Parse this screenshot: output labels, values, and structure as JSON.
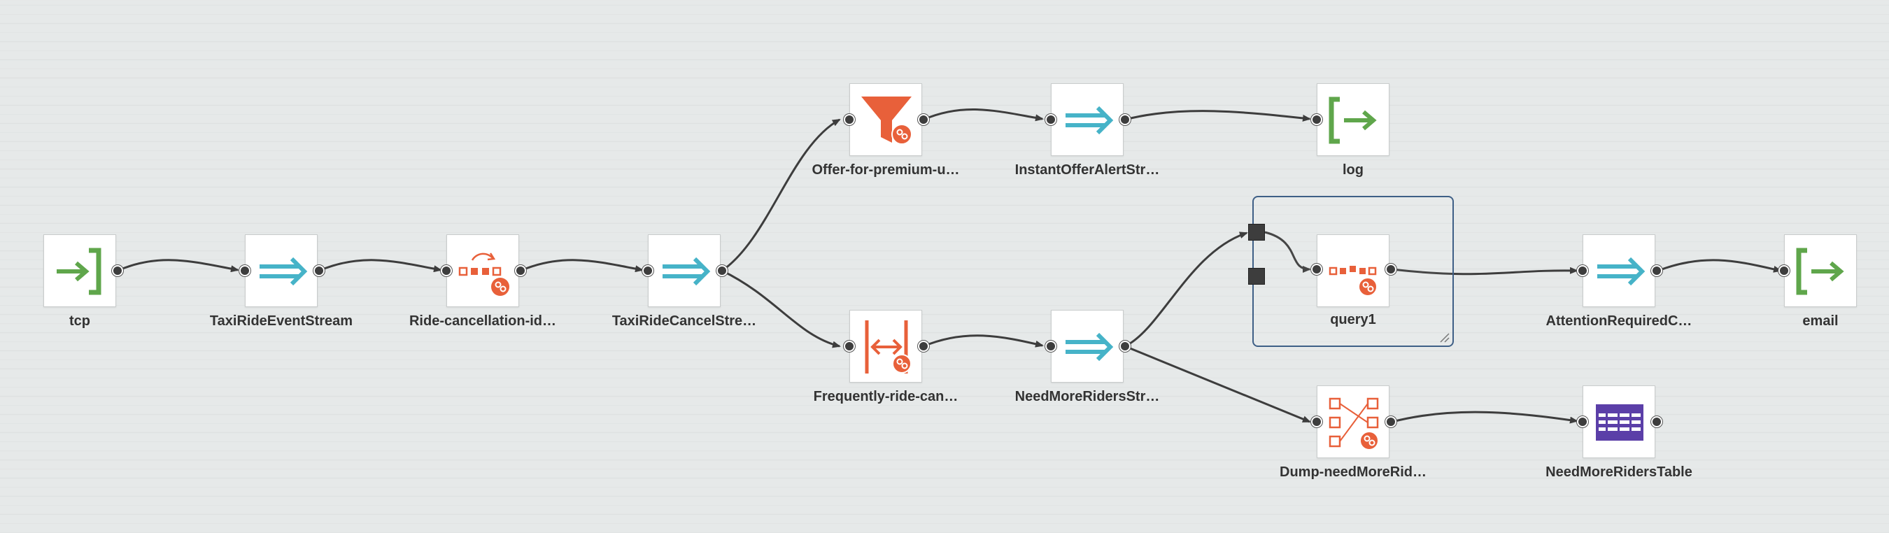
{
  "colors": {
    "source_green": "#5fa64b",
    "stream_teal": "#46b3c8",
    "query_orange": "#e8603a",
    "table_purple": "#5b3fa8",
    "partition_border": "#3e5f86",
    "edge": "#3d3d3d"
  },
  "nodes": [
    {
      "id": "tcp",
      "label": "tcp",
      "type": "source",
      "icon": "source-arrow-icon"
    },
    {
      "id": "taxi-ride-event-stream",
      "label": "TaxiRideEventStream",
      "type": "stream",
      "icon": "stream-arrows-icon"
    },
    {
      "id": "ride-cancellation",
      "label": "Ride-cancellation-id…",
      "type": "window-query",
      "icon": "window-query-icon"
    },
    {
      "id": "taxi-ride-cancel-stream",
      "label": "TaxiRideCancelStre…",
      "type": "stream",
      "icon": "stream-arrows-icon"
    },
    {
      "id": "offer-for-premium",
      "label": "Offer-for-premium-u…",
      "type": "filter-query",
      "icon": "filter-funnel-icon"
    },
    {
      "id": "instant-offer-alert-stream",
      "label": "InstantOfferAlertStr…",
      "type": "stream",
      "icon": "stream-arrows-icon"
    },
    {
      "id": "log",
      "label": "log",
      "type": "sink",
      "icon": "sink-arrow-icon"
    },
    {
      "id": "frequently-ride-can",
      "label": "Frequently-ride-can…",
      "type": "pattern-query",
      "icon": "pattern-query-icon"
    },
    {
      "id": "need-more-riders-stream",
      "label": "NeedMoreRidersStr…",
      "type": "stream",
      "icon": "stream-arrows-icon"
    },
    {
      "id": "query1",
      "label": "query1",
      "type": "window-query",
      "icon": "window-query-icon"
    },
    {
      "id": "attention-required",
      "label": "AttentionRequiredC…",
      "type": "stream",
      "icon": "stream-arrows-icon"
    },
    {
      "id": "email",
      "label": "email",
      "type": "sink",
      "icon": "sink-arrow-icon"
    },
    {
      "id": "dump-need-more-riders",
      "label": "Dump-needMoreRid…",
      "type": "join-query",
      "icon": "join-query-icon"
    },
    {
      "id": "need-more-riders-table",
      "label": "NeedMoreRidersTable",
      "type": "table",
      "icon": "table-grid-icon"
    }
  ],
  "edges": [
    {
      "from": "tcp",
      "to": "taxi-ride-event-stream"
    },
    {
      "from": "taxi-ride-event-stream",
      "to": "ride-cancellation"
    },
    {
      "from": "ride-cancellation",
      "to": "taxi-ride-cancel-stream"
    },
    {
      "from": "taxi-ride-cancel-stream",
      "to": "offer-for-premium"
    },
    {
      "from": "taxi-ride-cancel-stream",
      "to": "frequently-ride-can"
    },
    {
      "from": "offer-for-premium",
      "to": "instant-offer-alert-stream"
    },
    {
      "from": "instant-offer-alert-stream",
      "to": "log"
    },
    {
      "from": "frequently-ride-can",
      "to": "need-more-riders-stream"
    },
    {
      "from": "need-more-riders-stream",
      "to": "partition"
    },
    {
      "from": "need-more-riders-stream",
      "to": "dump-need-more-riders"
    },
    {
      "from": "partition",
      "to": "query1"
    },
    {
      "from": "query1",
      "to": "attention-required"
    },
    {
      "from": "attention-required",
      "to": "email"
    },
    {
      "from": "dump-need-more-riders",
      "to": "need-more-riders-table"
    }
  ]
}
